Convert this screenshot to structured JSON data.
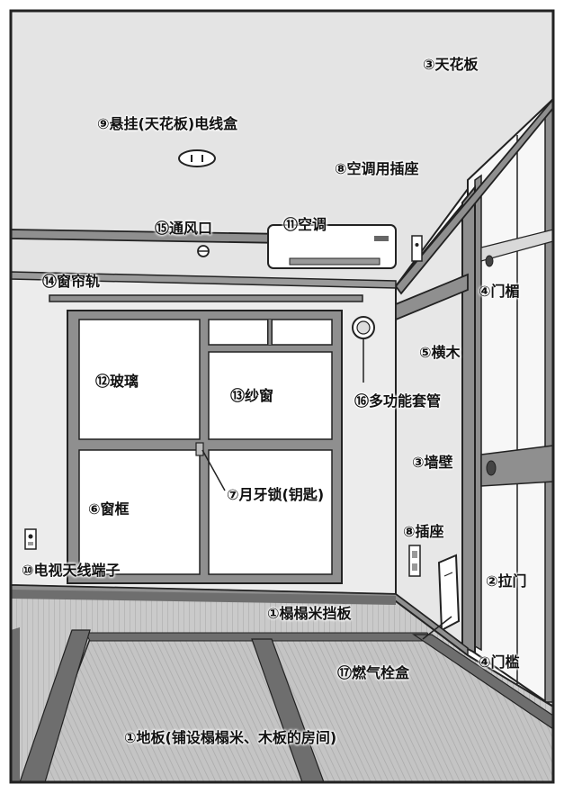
{
  "labels": {
    "ceiling": "③天花板",
    "pendant_box": "⑨悬挂(天花板)电线盒",
    "ac_outlet": "⑧空调用插座",
    "vent": "⑮通风口",
    "air_conditioner": "⑪空调",
    "curtain_rail": "⑭窗帘轨",
    "lintel": "④门楣",
    "crossbeam": "⑤横木",
    "glass": "⑫玻璃",
    "screen": "⑬纱窗",
    "sleeve": "⑯多功能套管",
    "wall": "③墙壁",
    "crescent_lock": "⑦月牙锁(钥匙)",
    "window_frame": "⑥窗框",
    "outlet": "⑧插座",
    "tv_terminal": "⑩电视天线端子",
    "sliding_door": "②拉门",
    "tatami_baseboard": "①榻榻米挡板",
    "threshold": "④门槛",
    "gas_valve_box": "⑰燃气栓盒",
    "floor": "①地板(铺设榻榻米、木板的房间)"
  },
  "colors": {
    "wall": "#ebebeb",
    "ceiling": "#e2e2e2",
    "wood": "#8f8f8f",
    "tatami": "#c9c9c9",
    "tatami_border": "#727272",
    "outline": "#222222",
    "glass": "#ffffff"
  }
}
